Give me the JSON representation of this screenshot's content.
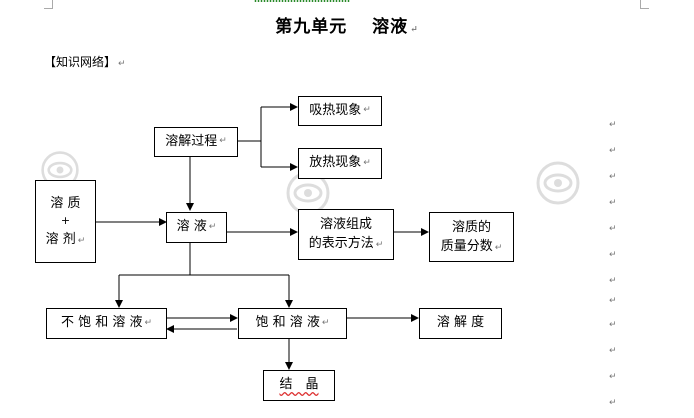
{
  "title": "第九单元　 溶液",
  "section_label": "【知识网络】",
  "paragraph_mark": "↵",
  "nodes": {
    "dissolution_process": "溶解过程",
    "heat_absorption": "吸热现象",
    "heat_release": "放热现象",
    "solute_plus_solvent": [
      "溶 质",
      "+",
      "溶 剂"
    ],
    "solution": "溶 液",
    "composition_expression": [
      "溶液组成",
      "的表示方法"
    ],
    "mass_fraction": [
      "溶质的",
      "质量分数"
    ],
    "unsaturated_solution": "不 饱 和 溶 液",
    "saturated_solution": "饱 和 溶 液",
    "solubility": "溶 解 度",
    "crystallization": "结　晶"
  },
  "colors": {
    "line": "#000000",
    "box_border": "#000000",
    "watermark": "#b5b5b5"
  }
}
